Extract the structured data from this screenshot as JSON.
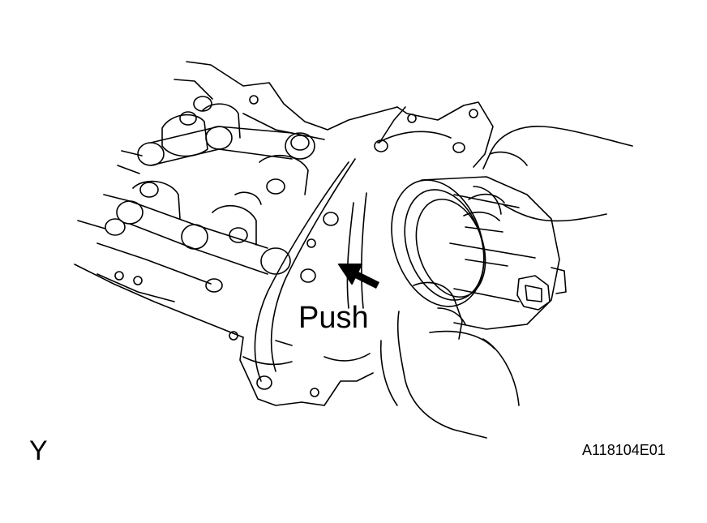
{
  "figure": {
    "push_label": "Push",
    "view_letter": "Y",
    "figure_code": "A118104E01"
  },
  "colors": {
    "line": "#000000",
    "background": "#ffffff"
  },
  "icons": {
    "arrow": "push-direction-arrow-icon"
  }
}
